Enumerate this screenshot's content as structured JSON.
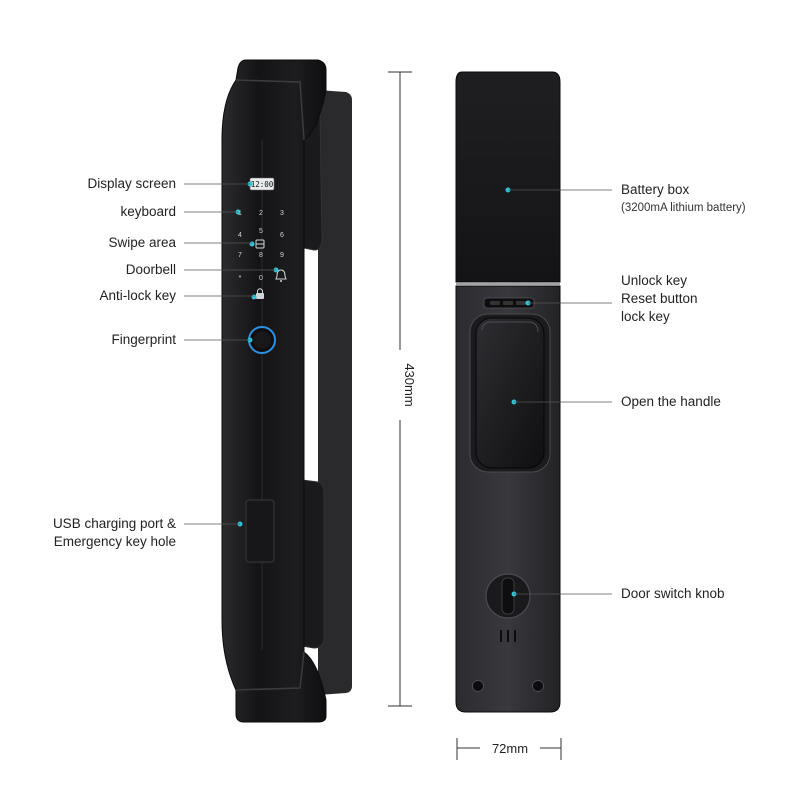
{
  "front_labels": {
    "display_screen": "Display screen",
    "keyboard": "keyboard",
    "swipe_area": "Swipe area",
    "doorbell": "Doorbell",
    "anti_lock_key": "Anti-lock key",
    "fingerprint": "Fingerprint",
    "usb_line1": "USB charging port &",
    "usb_line2": "Emergency key hole"
  },
  "back_labels": {
    "battery_box": "Battery box",
    "battery_spec": "(3200mA lithium battery)",
    "unlock_key": "Unlock key",
    "reset_button": "Reset button",
    "lock_key": "lock key",
    "open_handle": "Open the handle",
    "door_switch_knob": "Door switch knob"
  },
  "dimensions": {
    "height": "430mm",
    "width": "72mm"
  },
  "screen": {
    "time": "12:00"
  },
  "keypad": [
    "1",
    "2",
    "3",
    "4",
    "5",
    "6",
    "7",
    "8",
    "9",
    "*",
    "0",
    "#"
  ],
  "colors": {
    "accent_dot": "#2ec4d6",
    "lock_body": "#1c1c1e",
    "lock_panel": "#2a2a2d",
    "fingerprint_ring": "#2f8fe0",
    "leader_line": "#444444"
  }
}
